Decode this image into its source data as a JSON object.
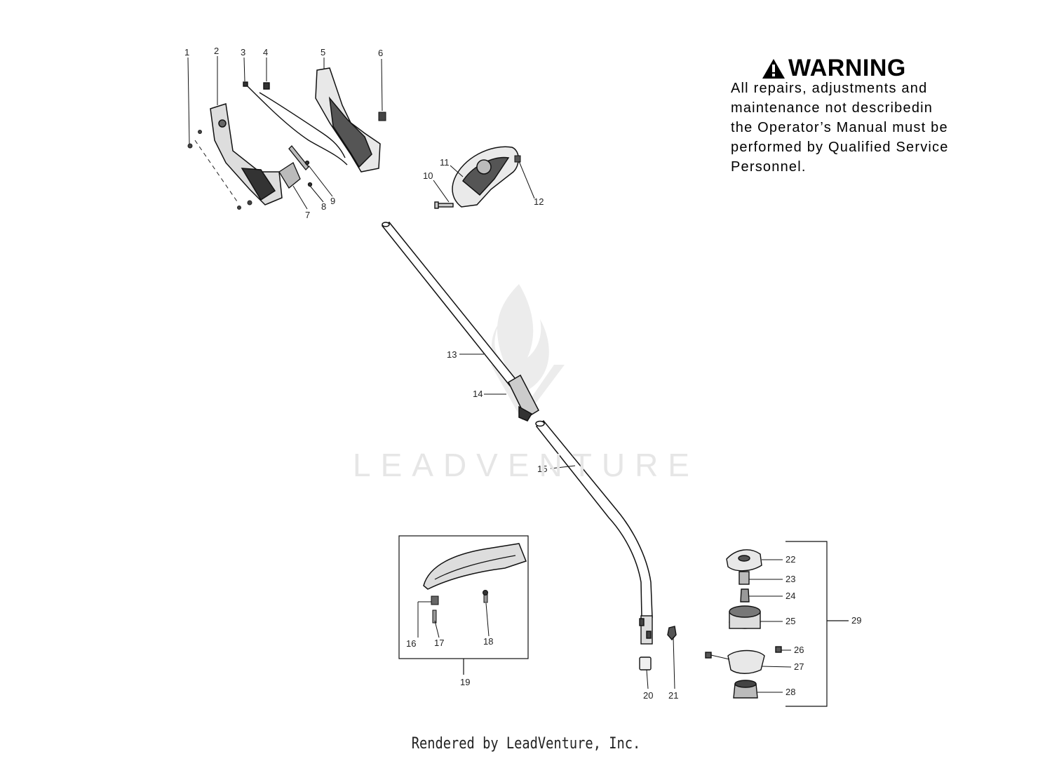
{
  "warning": {
    "title": "WARNING",
    "icon": "warning-triangle-icon",
    "lines": [
      "All repairs, adjustments and",
      "maintenance not describedin",
      "the Operator’s Manual must be",
      "performed by Qualified Service",
      "Personnel."
    ]
  },
  "watermark": "LEADVENTURE",
  "footer": "Rendered by LeadVenture, Inc.",
  "callouts": [
    "1",
    "2",
    "3",
    "4",
    "5",
    "6",
    "7",
    "8",
    "9",
    "10",
    "11",
    "12",
    "13",
    "14",
    "15",
    "16",
    "17",
    "18",
    "19",
    "20",
    "21",
    "22",
    "23",
    "24",
    "25",
    "26",
    "27",
    "28",
    "29"
  ]
}
